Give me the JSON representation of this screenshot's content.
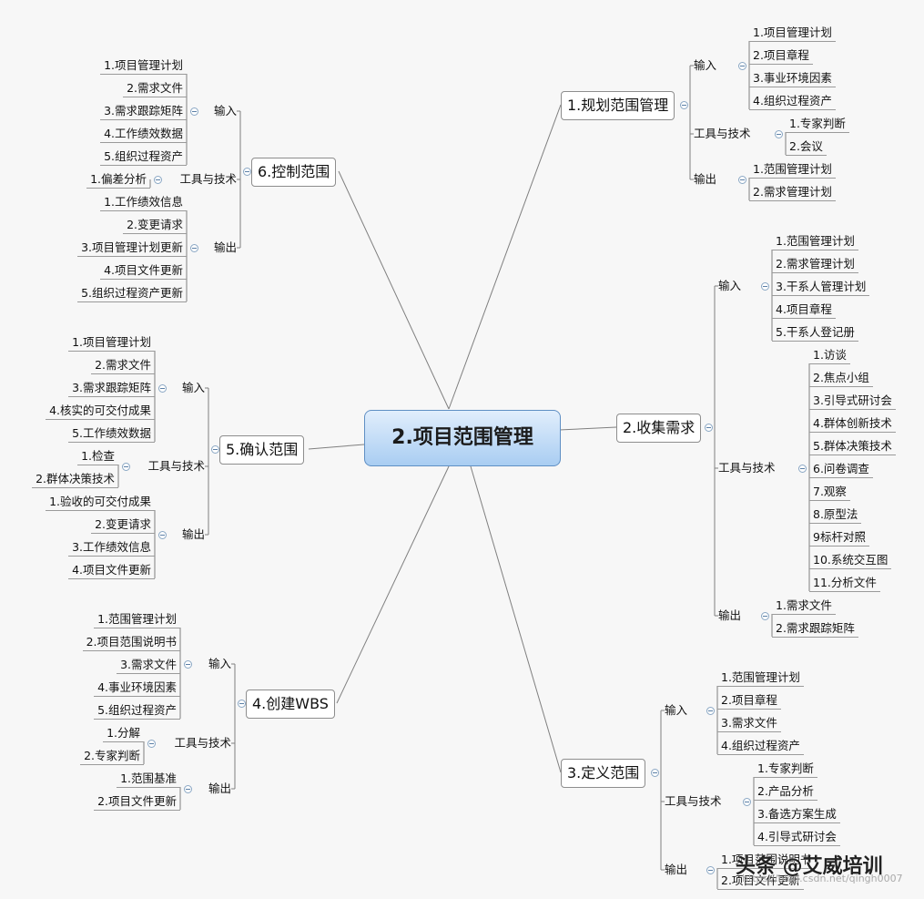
{
  "root": "2.项目范围管理",
  "branches": {
    "b1": {
      "title": "1.规划范围管理",
      "groups": [
        {
          "label": "输入",
          "items": [
            "1.项目管理计划",
            "2.项目章程",
            "3.事业环境因素",
            "4.组织过程资产"
          ]
        },
        {
          "label": "工具与技术",
          "items": [
            "1.专家判断",
            "2.会议"
          ]
        },
        {
          "label": "输出",
          "items": [
            "1.范围管理计划",
            "2.需求管理计划"
          ]
        }
      ]
    },
    "b2": {
      "title": "2.收集需求",
      "groups": [
        {
          "label": "输入",
          "items": [
            "1.范围管理计划",
            "2.需求管理计划",
            "3.干系人管理计划",
            "4.项目章程",
            "5.干系人登记册"
          ]
        },
        {
          "label": "工具与技术",
          "items": [
            "1.访谈",
            "2.焦点小组",
            "3.引导式研讨会",
            "4.群体创新技术",
            "5.群体决策技术",
            "6.问卷调查",
            "7.观察",
            "8.原型法",
            "9标杆对照",
            "10.系统交互图",
            "11.分析文件"
          ]
        },
        {
          "label": "输出",
          "items": [
            "1.需求文件",
            "2.需求跟踪矩阵"
          ]
        }
      ]
    },
    "b3": {
      "title": "3.定义范围",
      "groups": [
        {
          "label": "输入",
          "items": [
            "1.范围管理计划",
            "2.项目章程",
            "3.需求文件",
            "4.组织过程资产"
          ]
        },
        {
          "label": "工具与技术",
          "items": [
            "1.专家判断",
            "2.产品分析",
            "3.备选方案生成",
            "4.引导式研讨会"
          ]
        },
        {
          "label": "输出",
          "items": [
            "1.项目范围说明书",
            "2.项目文件更新"
          ]
        }
      ]
    },
    "b4": {
      "title": "4.创建WBS",
      "groups": [
        {
          "label": "输入",
          "items": [
            "1.范围管理计划",
            "2.项目范围说明书",
            "3.需求文件",
            "4.事业环境因素",
            "5.组织过程资产"
          ]
        },
        {
          "label": "工具与技术",
          "items": [
            "1.分解",
            "2.专家判断"
          ]
        },
        {
          "label": "输出",
          "items": [
            "1.范围基准",
            "2.项目文件更新"
          ]
        }
      ]
    },
    "b5": {
      "title": "5.确认范围",
      "groups": [
        {
          "label": "输入",
          "items": [
            "1.项目管理计划",
            "2.需求文件",
            "3.需求跟踪矩阵",
            "4.核实的可交付成果",
            "5.工作绩效数据"
          ]
        },
        {
          "label": "工具与技术",
          "items": [
            "1.检查",
            "2.群体决策技术"
          ]
        },
        {
          "label": "输出",
          "items": [
            "1.验收的可交付成果",
            "2.变更请求",
            "3.工作绩效信息",
            "4.项目文件更新"
          ]
        }
      ]
    },
    "b6": {
      "title": "6.控制范围",
      "groups": [
        {
          "label": "输入",
          "items": [
            "1.项目管理计划",
            "2.需求文件",
            "3.需求跟踪矩阵",
            "4.工作绩效数据",
            "5.组织过程资产"
          ]
        },
        {
          "label": "工具与技术",
          "items": [
            "1.偏差分析"
          ]
        },
        {
          "label": "输出",
          "items": [
            "1.工作绩效信息",
            "2.变更请求",
            "3.项目管理计划更新",
            "4.项目文件更新",
            "5.组织过程资产更新"
          ]
        }
      ]
    }
  },
  "watermark": "头条 @艾威培训",
  "watermark_url": "https://blog.csdn.net/qingh0007",
  "colors": {
    "root_border": "#5f8fc4",
    "line": "#7f7f7f",
    "toggle": "#5b7fa6"
  }
}
